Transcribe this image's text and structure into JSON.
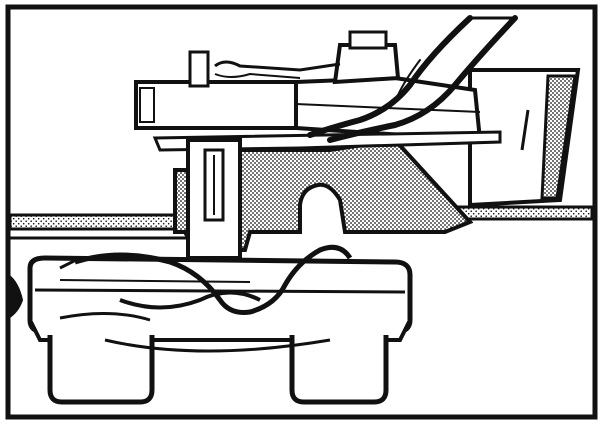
{
  "figure": {
    "description": "",
    "colors": {
      "ink": "#111111",
      "paper": "#ffffff",
      "stipple": "#111111"
    },
    "parts": {
      "frame": "border-frame",
      "chassis_plate": "chassis-plate",
      "spring_cover_block": "spring-cover-block",
      "mount_housing": "mount-housing",
      "stippled_bracket": "stippled-bracket",
      "lead_wires": "lead-wires",
      "base_assembly": "base-assembly",
      "feet": [
        "foot-left",
        "foot-right"
      ]
    }
  }
}
